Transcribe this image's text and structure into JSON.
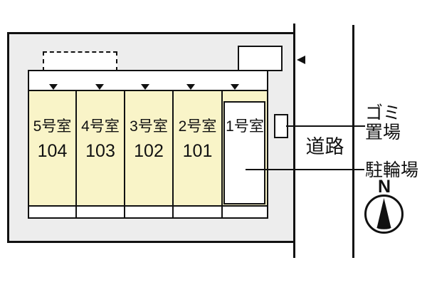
{
  "diagram": {
    "rooms": [
      {
        "label": "5号室",
        "number": "104"
      },
      {
        "label": "4号室",
        "number": "103"
      },
      {
        "label": "3号室",
        "number": "102"
      },
      {
        "label": "2号室",
        "number": "101"
      },
      {
        "label": "1号室",
        "number": ""
      }
    ],
    "annotations": {
      "road": "道路",
      "garbage_line1": "ゴミ",
      "garbage_line2": "置場",
      "bicycle_parking": "駐輪場",
      "compass_north": "N"
    },
    "colors": {
      "room_fill": "#f9f4c8",
      "site_fill": "#ededed",
      "line": "#111111"
    }
  }
}
